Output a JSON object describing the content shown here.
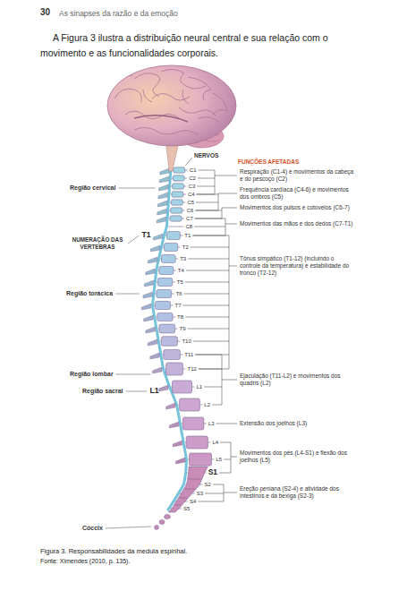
{
  "diagram": {
    "caption": "Figura 3. Responsabilidades da medula espinhal.",
    "labels": [
      "30",
      "As sinapses da razão e da emoção",
      "A Figura 3 ilustra a distribuição neural central e sua relação com o movimento e as funcionalidades corporais.",
      "NERVOS",
      "FUNÇÕES AFETADAS",
      "C1",
      "C2",
      "C3",
      "C4",
      "C5",
      "C6",
      "C7",
      "C8",
      "T1",
      "T2",
      "T3",
      "T4",
      "T5",
      "T6",
      "T7",
      "T8",
      "T9",
      "T10",
      "T11",
      "T12",
      "L1",
      "L2",
      "L3",
      "L4",
      "L5",
      "S1",
      "S2",
      "S3",
      "S4",
      "S5",
      "Região cervical",
      "NUMERAÇÃO DAS VERTEBRAS",
      "T1",
      "Região torácica",
      "Região lombar",
      "Região sacral",
      "L1",
      "Cóccix",
      "Respiração (C1-4) e movimentos da cabeça e do pescoço (C2)",
      "Frequência cardíaca (C4-6) e movimentos dos ombros (C5)",
      "Movimentos dos pulsos e cotovelos (C6-7)",
      "Movimentos das mãos e dos dedos (C7-T1)",
      "Tônus simpático (T1-12) (incluindo o controle da temperatura) e estabilidade do tronco (T2-12)",
      "Ejaculação (T11-L2) e movimentos dos quadris (L2)",
      "Extensão dos joelhos (L3)",
      "Movimentos dos pés (L4-S1) e flexão dos joelhos (L5)",
      "Ereção peniana (S2-4) e atividade dos intestinos e da bexiga (S2-3)",
      "Fonte: Ximendes (2010, p. 135)."
    ]
  }
}
